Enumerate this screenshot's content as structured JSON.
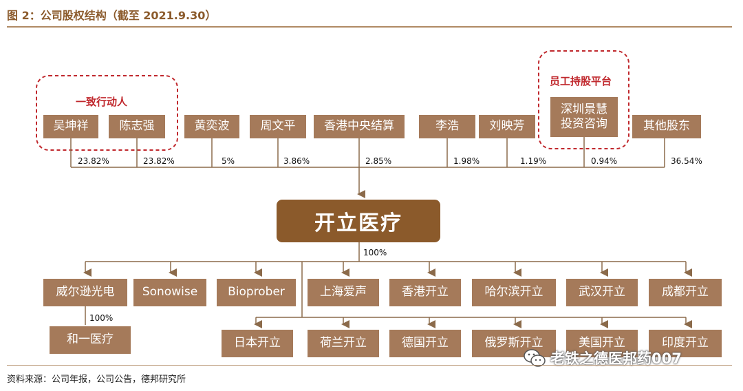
{
  "header": {
    "title": "图 2：公司股权结构（截至 2021.9.30）"
  },
  "groups": {
    "concert": "一致行动人",
    "platform": "员工持股平台"
  },
  "shareholders": [
    {
      "name": "吴坤祥",
      "pct": "23.82%"
    },
    {
      "name": "陈志强",
      "pct": "23.82%"
    },
    {
      "name": "黄奕波",
      "pct": "5%"
    },
    {
      "name": "周文平",
      "pct": "3.86%"
    },
    {
      "name": "香港中央结算",
      "pct": "2.85%"
    },
    {
      "name": "李浩",
      "pct": "1.98%"
    },
    {
      "name": "刘映芳",
      "pct": "1.19%"
    },
    {
      "name": "深圳景慧投资咨询",
      "pct": "0.94%"
    },
    {
      "name": "其他股东",
      "pct": "36.54%"
    }
  ],
  "company": {
    "name": "开立医疗",
    "pct": "100%"
  },
  "subsidiaries_row1": [
    "威尔逊光电",
    "Sonowise",
    "Bioprober",
    "上海爱声",
    "香港开立",
    "哈尔滨开立",
    "武汉开立",
    "成都开立"
  ],
  "subsidiaries_row2": [
    "日本开立",
    "荷兰开立",
    "德国开立",
    "俄罗斯开立",
    "美国开立",
    "印度开立"
  ],
  "sub_of_sub": {
    "name": "和一医疗",
    "pct": "100%"
  },
  "footer": {
    "source": "资料来源：公司年报，公司公告，德邦研究所"
  },
  "watermark": {
    "text": "老铁之德医邦药007",
    "icon": "wechat-icon"
  },
  "colors": {
    "box": "#a57a5a",
    "center": "#8b5a2b",
    "line": "#8b6a4a",
    "group_border": "#c0282d"
  }
}
